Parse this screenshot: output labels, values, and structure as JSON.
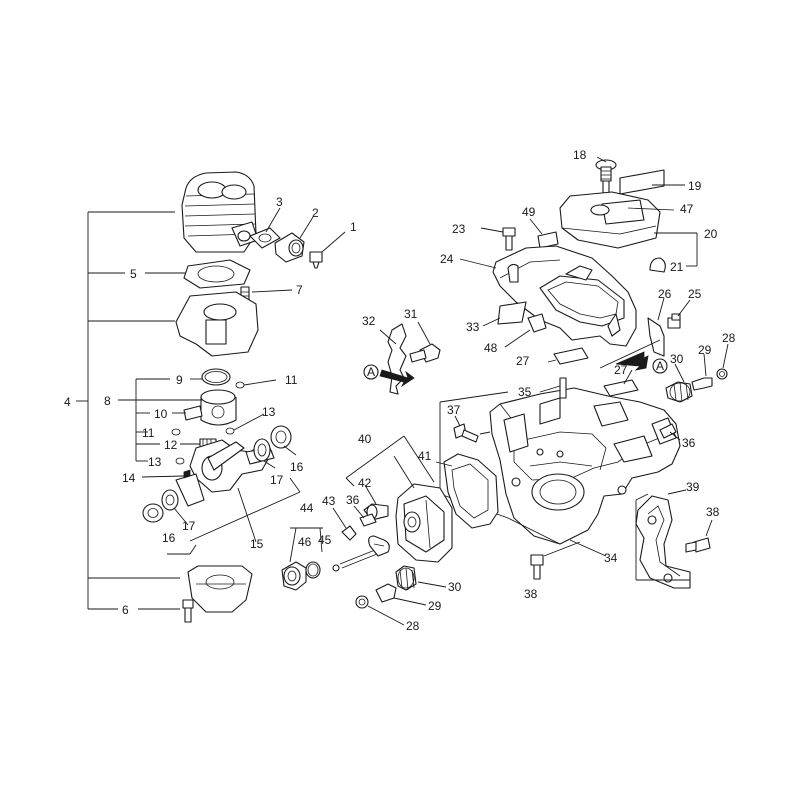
{
  "figure": {
    "labels": {
      "l1": "1",
      "l2": "2",
      "l3": "3",
      "l4": "4",
      "l5": "5",
      "l6": "6",
      "l7": "7",
      "l8": "8",
      "l9": "9",
      "l10": "10",
      "l11a": "11",
      "l11b": "11",
      "l12": "12",
      "l13a": "13",
      "l13b": "13",
      "l14": "14",
      "l15": "15",
      "l16a": "16",
      "l16b": "16",
      "l17a": "17",
      "l17b": "17",
      "l18": "18",
      "l19": "19",
      "l20": "20",
      "l21": "21",
      "l23": "23",
      "l24": "24",
      "l25": "25",
      "l26": "26",
      "l27a": "27",
      "l27b": "27",
      "l28a": "28",
      "l28b": "28",
      "l29a": "29",
      "l29b": "29",
      "l30a": "30",
      "l30b": "30",
      "l31": "31",
      "l32": "32",
      "l33": "33",
      "l34": "34",
      "l35": "35",
      "l36a": "36",
      "l36b": "36",
      "l37": "37",
      "l38a": "38",
      "l38b": "38",
      "l39": "39",
      "l40": "40",
      "l41": "41",
      "l42": "42",
      "l43": "43",
      "l44": "44",
      "l45": "45",
      "l46": "46",
      "l47": "47",
      "l48": "48",
      "l49": "49"
    },
    "view_marker_a": "A",
    "view_marker_b": "A"
  }
}
